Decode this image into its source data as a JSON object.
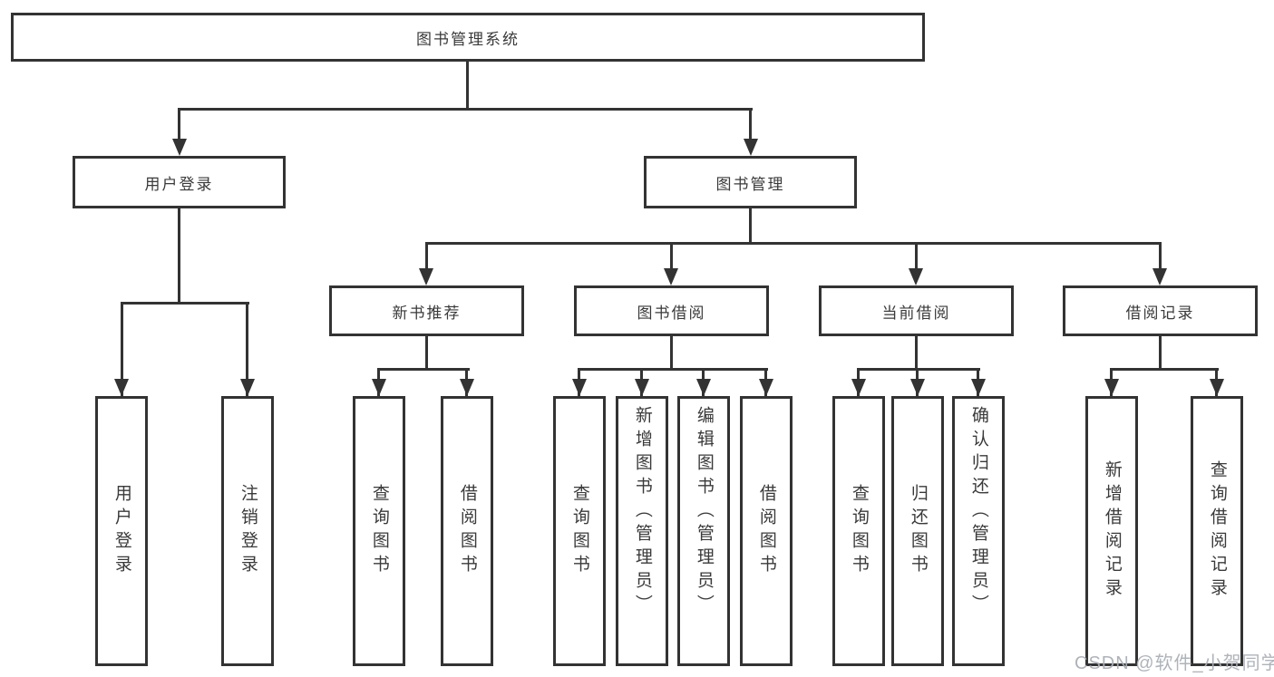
{
  "diagram": {
    "root": {
      "label": "图书管理系统"
    },
    "branches": [
      {
        "label": "用户登录",
        "children": [
          {
            "label": "用户登录"
          },
          {
            "label": "注销登录"
          }
        ]
      },
      {
        "label": "图书管理",
        "children": [
          {
            "label": "新书推荐",
            "children": [
              {
                "label": "查询图书"
              },
              {
                "label": "借阅图书"
              }
            ]
          },
          {
            "label": "图书借阅",
            "children": [
              {
                "label": "查询图书"
              },
              {
                "label": "新增图书（管理员）"
              },
              {
                "label": "编辑图书（管理员）"
              },
              {
                "label": "借阅图书"
              }
            ]
          },
          {
            "label": "当前借阅",
            "children": [
              {
                "label": "查询图书"
              },
              {
                "label": "归还图书"
              },
              {
                "label": "确认归还（管理员）"
              }
            ]
          },
          {
            "label": "借阅记录",
            "children": [
              {
                "label": "新增借阅记录"
              },
              {
                "label": "查询借阅记录"
              }
            ]
          }
        ]
      }
    ],
    "colors": {
      "line": "#333333",
      "text": "#3a3a3a",
      "box_background": "#ffffff",
      "page_background": "#ffffff",
      "watermark": "#aaafb6"
    }
  },
  "watermark": {
    "text": "CSDN @软件_小贺同学"
  }
}
